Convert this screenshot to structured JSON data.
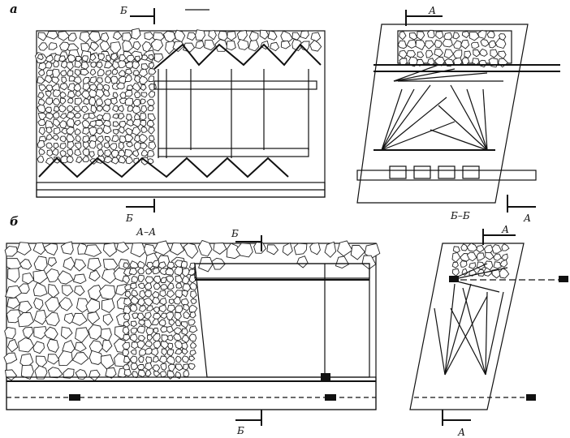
{
  "figure": {
    "panel_a_label": "а",
    "panel_b_label": "б",
    "section_aa_label": "А–А",
    "section_bb_label": "Б–Б",
    "mark_b_top_a": "Б",
    "mark_b_bottom_a": "Б",
    "mark_a_top_right_a": "А",
    "mark_a_bottom_right_a": "А",
    "mark_b_top_b": "Б",
    "mark_b_bottom_b": "Б",
    "mark_a_top_right_b": "А",
    "mark_a_bottom_right_b": "А"
  }
}
